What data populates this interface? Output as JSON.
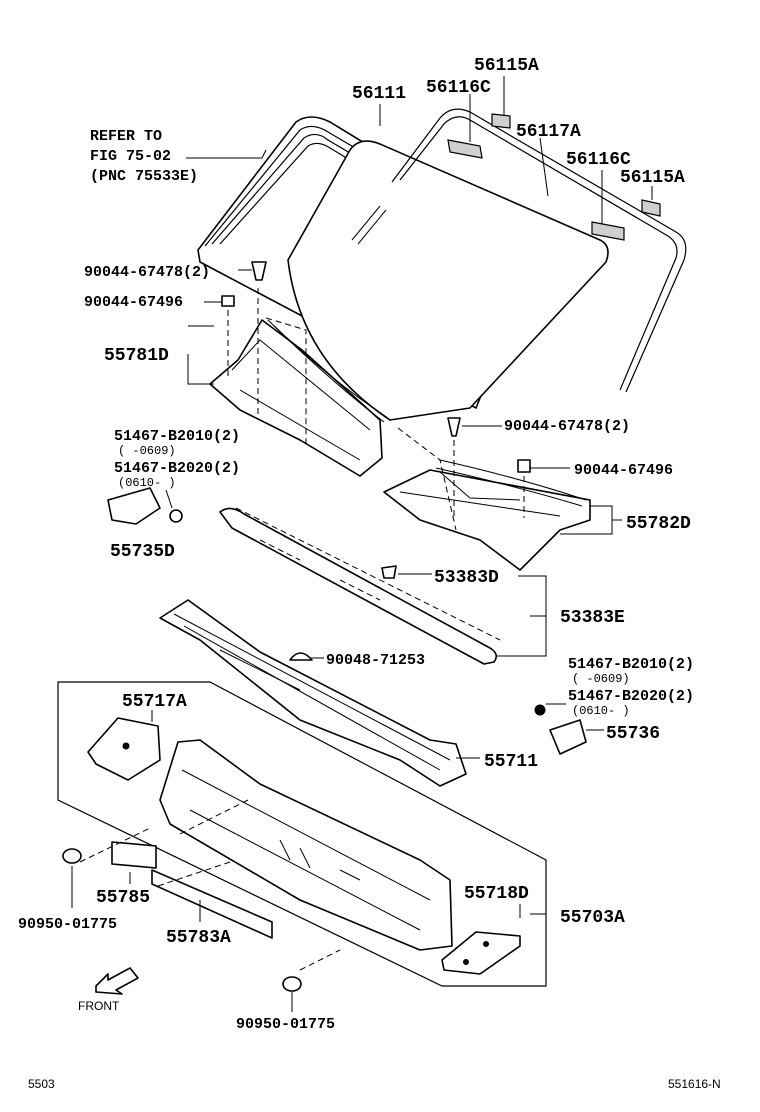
{
  "refer_note": {
    "line1": "REFER TO",
    "line2": "FIG 75-02",
    "line3": "(PNC 75533E)"
  },
  "labels": {
    "p56111": "56111",
    "p56115A_top": "56115A",
    "p56116C_top": "56116C",
    "p56117A": "56117A",
    "p56116C_right": "56116C",
    "p56115A_right": "56115A",
    "p90044_67478_a": "90044-67478(2)",
    "p90044_67496_a": "90044-67496",
    "p55781D": "55781D",
    "p90044_67478_b": "90044-67478(2)",
    "p51467_B2010_a": "51467-B2010(2)",
    "p0609_a": "(       -0609)",
    "p51467_B2020_a": "51467-B2020(2)",
    "p0610_a": "(0610-       )",
    "p90044_67496_b": "90044-67496",
    "p55735D": "55735D",
    "p55782D": "55782D",
    "p53383D": "53383D",
    "p53383E": "53383E",
    "p90048_71253": "90048-71253",
    "p51467_B2010_b": "51467-B2010(2)",
    "p0609_b": "(       -0609)",
    "p51467_B2020_b": "51467-B2020(2)",
    "p0610_b": "(0610-       )",
    "p55717A": "55717A",
    "p55736": "55736",
    "p55711": "55711",
    "p55785": "55785",
    "p55718D": "55718D",
    "p55703A": "55703A",
    "p90950_01775_a": "90950-01775",
    "p55783A": "55783A",
    "p90950_01775_b": "90950-01775",
    "front": "FRONT"
  },
  "footer": {
    "left": "5503",
    "right": "551616-N"
  }
}
